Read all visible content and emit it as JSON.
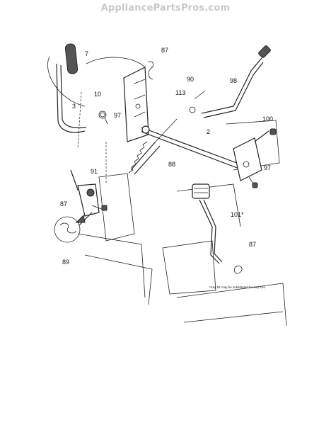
{
  "watermark": "AppliancePartsPros.com",
  "callouts": [
    {
      "id": "7",
      "text": "7"
    },
    {
      "id": "87a",
      "text": "87"
    },
    {
      "id": "90",
      "text": "90"
    },
    {
      "id": "98",
      "text": "98"
    },
    {
      "id": "113",
      "text": "113"
    },
    {
      "id": "10",
      "text": "10"
    },
    {
      "id": "3",
      "text": "3"
    },
    {
      "id": "97a",
      "text": "97"
    },
    {
      "id": "100",
      "text": "100"
    },
    {
      "id": "2",
      "text": "2"
    },
    {
      "id": "88",
      "text": "88"
    },
    {
      "id": "97b",
      "text": "97"
    },
    {
      "id": "91",
      "text": "91"
    },
    {
      "id": "87b",
      "text": "87"
    },
    {
      "id": "89",
      "text": "89"
    },
    {
      "id": "101",
      "text": "101*"
    },
    {
      "id": "87c",
      "text": "87"
    }
  ],
  "footnote": "*Key 91 may be substituted for Key 101"
}
